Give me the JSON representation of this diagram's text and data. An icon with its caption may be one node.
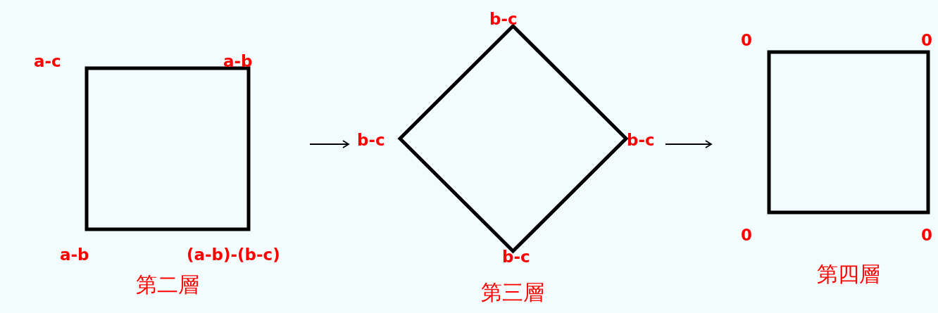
{
  "diagram": {
    "nodes": [
      {
        "text": [],
        "shape": "box",
        "beside": [
          "a-c",
          "a-b",
          "a-b",
          "(a-b)-(b-c)",
          "第二層"
        ]
      },
      {
        "text": [],
        "shape": "diamond",
        "beside": [
          "b-c",
          "b-c",
          "b-c",
          "b-c",
          "第三層"
        ]
      },
      {
        "text": [],
        "shape": "box",
        "beside": [
          "0",
          "0",
          "0",
          "0",
          "第四層"
        ]
      }
    ],
    "edges": [
      {
        "from": 0,
        "to": 1,
        "arrow": "to"
      },
      {
        "from": 1,
        "to": 2,
        "arrow": "to"
      }
    ]
  }
}
